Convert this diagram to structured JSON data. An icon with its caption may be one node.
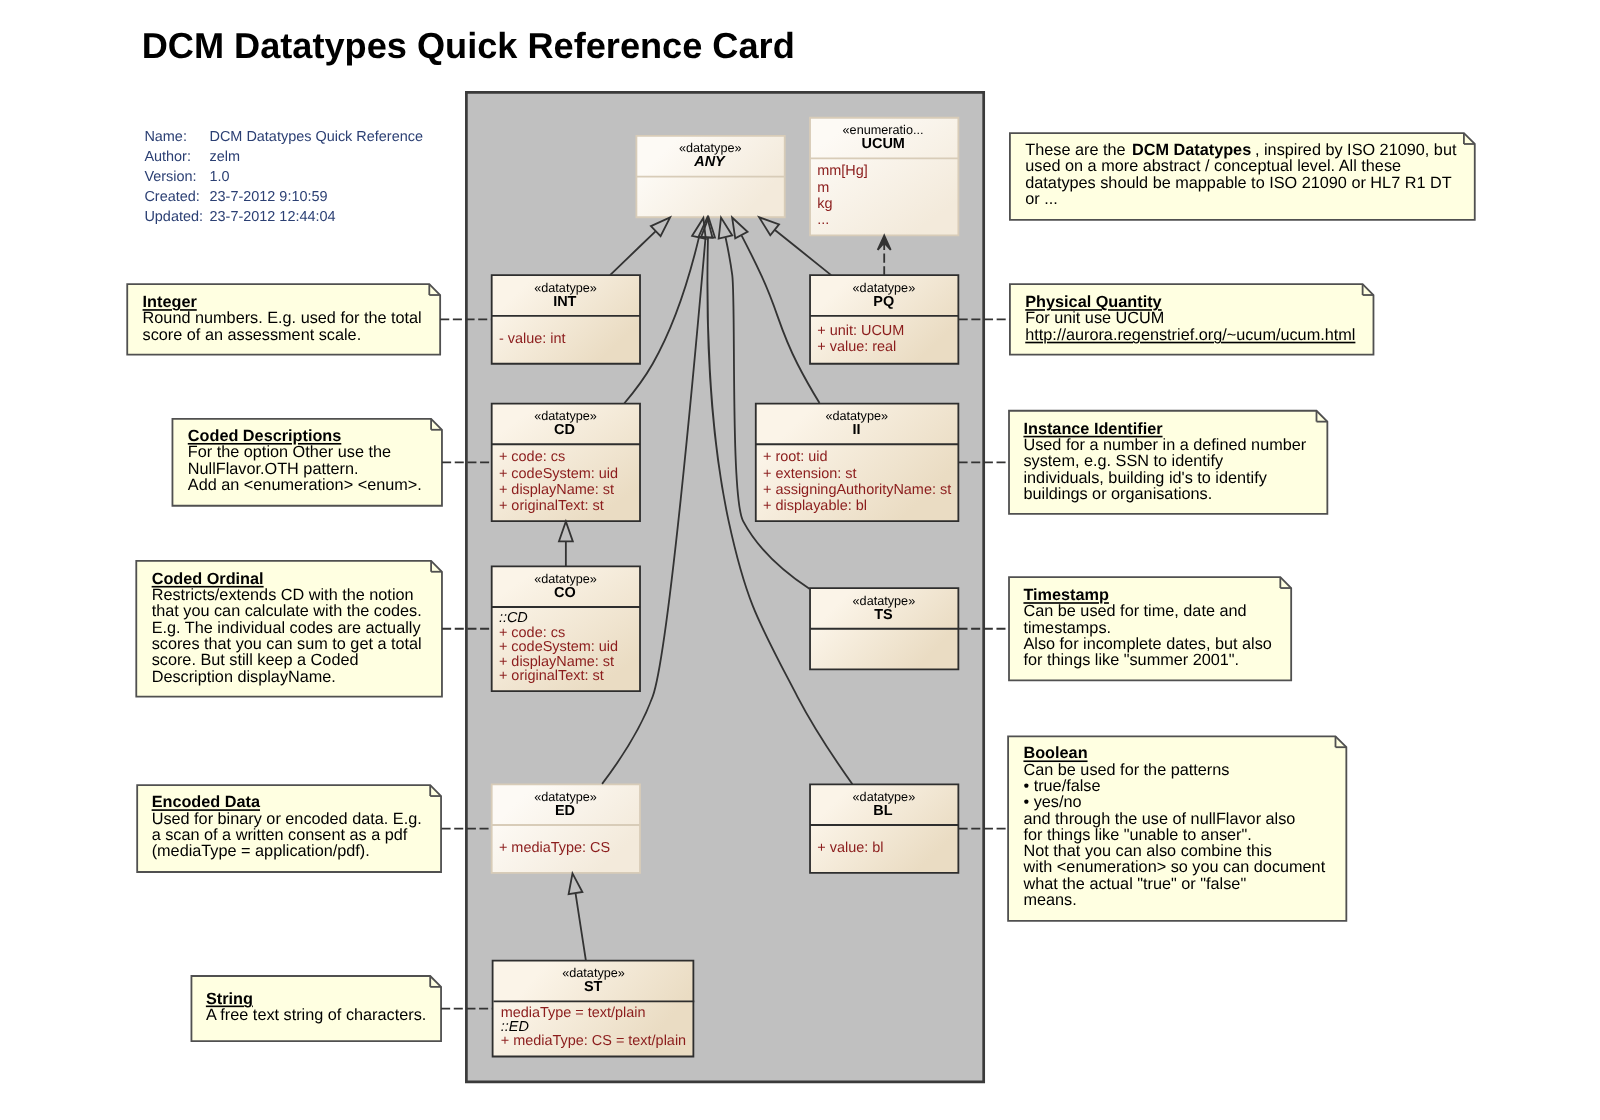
{
  "diagram": {
    "title": "DCM Datatypes Quick Reference Card",
    "nodes": [
      {
        "text": [
          "These are the **DCM Datatypes**, inspired by ISO 21090, but used on a more abstract / conceptual level. All these datatypes should be mappable to ISO 21090 or HL7 R1 DT or ..."
        ]
      },
      {
        "text": [
          "Integer",
          "Round numbers. E.g. used for the total score of an assessment scale."
        ]
      },
      {
        "text": [
          "Coded Descriptions",
          "For the option Other use the NullFlavor.OTH pattern.",
          "Add an <enumeration> <enum>."
        ]
      },
      {
        "text": [
          "Coded Ordinal",
          "Restricts/extends CD with the notion that you can calculate with the codes. E.g. The individual codes are actually scores that you can sum to get a total score. But still keep a Coded Description displayName."
        ]
      },
      {
        "text": [
          "Encoded Data",
          "Used for binary or encoded data. E.g. a scan of a written consent as a pdf (mediaType = application/pdf)."
        ]
      },
      {
        "text": [
          "String",
          "A free text string of characters."
        ]
      },
      {
        "text": [],
        "shape": "box"
      },
      {
        "text": [
          "«datatype»",
          "INT",
          "- value: int"
        ],
        "in": 6
      },
      {
        "text": [
          "«enumeratio...",
          "UCUM",
          "mm[Hg]",
          "m",
          "kg",
          "..."
        ],
        "in": 6
      },
      {
        "text": [
          "«datatype»",
          "PQ",
          "+ unit: UCUM",
          "+ value: real"
        ],
        "in": 6
      },
      {
        "text": [
          "«datatype»",
          "CD",
          "+ code: cs",
          "+ codeSystem: uid",
          "+ displayName: st",
          "+ originalText: st"
        ],
        "in": 6
      },
      {
        "text": [
          "«datatype»",
          "ANY"
        ],
        "in": 6
      },
      {
        "text": [
          "«datatype»",
          "II",
          "+ root: uid",
          "+ extension: st",
          "+ assigningAuthorityName: st",
          "+ displayable: bl"
        ],
        "in": 6
      },
      {
        "text": [
          "«datatype»",
          "CO",
          "::CD",
          "+ code: cs",
          "+ codeSystem: uid",
          "+ displayName: st",
          "+ originalText: st"
        ],
        "in": 6
      },
      {
        "text": [
          "«datatype»",
          "ED",
          "+ mediaType: CS"
        ],
        "in": 6
      },
      {
        "text": [
          "«datatype»",
          "TS"
        ],
        "in": 6
      },
      {
        "text": [
          "«datatype»",
          "ST",
          "mediaType = text/plain",
          "::ED",
          "+ mediaType: CS = text/plain"
        ],
        "in": 6
      },
      {
        "text": [
          "«datatype»",
          "BL",
          "+ value: bl"
        ],
        "in": 6
      },
      {
        "text": [
          "Physical Quantity",
          "For unit use UCUM",
          "http://aurora.regenstrief.org/~ucum/ucum.html"
        ]
      },
      {
        "text": [
          "Instance Identifier",
          "Used for a number in a defined number system, e.g. SSN to identify individuals, building id's to identify buildings or organisations."
        ]
      },
      {
        "text": [
          "Timestamp",
          "Can be used for time, date and timestamps.",
          "Also for incomplete dates, but also for things like \"summer 2001\"."
        ]
      },
      {
        "text": [
          "Boolean",
          "Can be used for the patterns",
          "• true/false",
          "• yes/no",
          "and through the use of nullFlavor also for things like \"unable to anser\".",
          "Not that you can also combine this with <enumeration> so you can document what the actual \"true\" or \"false\" means."
        ]
      }
    ],
    "edges": [
      {
        "from": 7,
        "to": 11,
        "arrow": "to"
      },
      {
        "from": 10,
        "to": 11,
        "arrow": "to"
      },
      {
        "from": 14,
        "to": 11,
        "arrow": "to"
      },
      {
        "from": 17,
        "to": 11,
        "arrow": "to"
      },
      {
        "from": 15,
        "to": 11,
        "arrow": "to"
      },
      {
        "from": 12,
        "to": 11,
        "arrow": "to"
      },
      {
        "from": 9,
        "to": 11,
        "arrow": "to"
      },
      {
        "from": 13,
        "to": 10,
        "arrow": "to"
      },
      {
        "from": 16,
        "to": 14,
        "arrow": "to"
      },
      {
        "from": 9,
        "to": 8,
        "arrow": "to",
        "style": "dashed"
      },
      {
        "from": 1,
        "to": 7,
        "arrow": "none",
        "style": "dashed"
      },
      {
        "from": 2,
        "to": 10,
        "arrow": "none",
        "style": "dashed"
      },
      {
        "from": 3,
        "to": 13,
        "arrow": "none",
        "style": "dashed"
      },
      {
        "from": 4,
        "to": 14,
        "arrow": "none",
        "style": "dashed"
      },
      {
        "from": 5,
        "to": 16,
        "arrow": "none",
        "style": "dashed"
      },
      {
        "from": 9,
        "to": 18,
        "arrow": "none",
        "style": "dashed"
      },
      {
        "from": 12,
        "to": 19,
        "arrow": "none",
        "style": "dashed"
      },
      {
        "from": 15,
        "to": 20,
        "arrow": "none",
        "style": "dashed"
      },
      {
        "from": 17,
        "to": 21,
        "arrow": "none",
        "style": "dashed"
      }
    ],
    "labels": [
      "Name:",
      "DCM Datatypes Quick Reference",
      "Author:",
      "zelm",
      "Version:",
      "1.0",
      "Created:",
      "23-7-2012 9:10:59",
      "Updated:",
      "23-7-2012 12:44:04"
    ]
  }
}
